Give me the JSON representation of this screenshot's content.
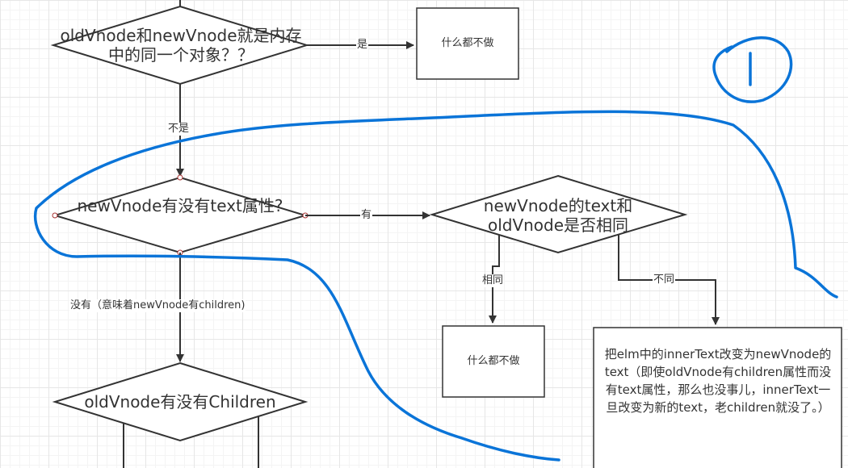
{
  "nodes": {
    "q_same_object": "oldVnode和newVnode就是内存中的同一个对象？？",
    "do_nothing_1": "什么都不做",
    "q_has_text": "newVnode有没有text属性?",
    "q_text_same": "newVnode的text和oldVnode是否相同",
    "do_nothing_2": "什么都不做",
    "set_inner_text": "把elm中的innerText改变为newVnode的text（即使oldVnode有children属性而没有text属性，那么也没事儿，innerText一旦改变为新的text，老children就没了。）",
    "q_old_has_children": "oldVnode有没有Children"
  },
  "edges": {
    "yes": "是",
    "no": "不是",
    "has": "有",
    "has_not": "没有（意味着newVnode有children)",
    "same": "相同",
    "different": "不同"
  },
  "annotation": {
    "marker": "1"
  },
  "colors": {
    "stroke": "#333333",
    "pen": "#0a74d8"
  }
}
